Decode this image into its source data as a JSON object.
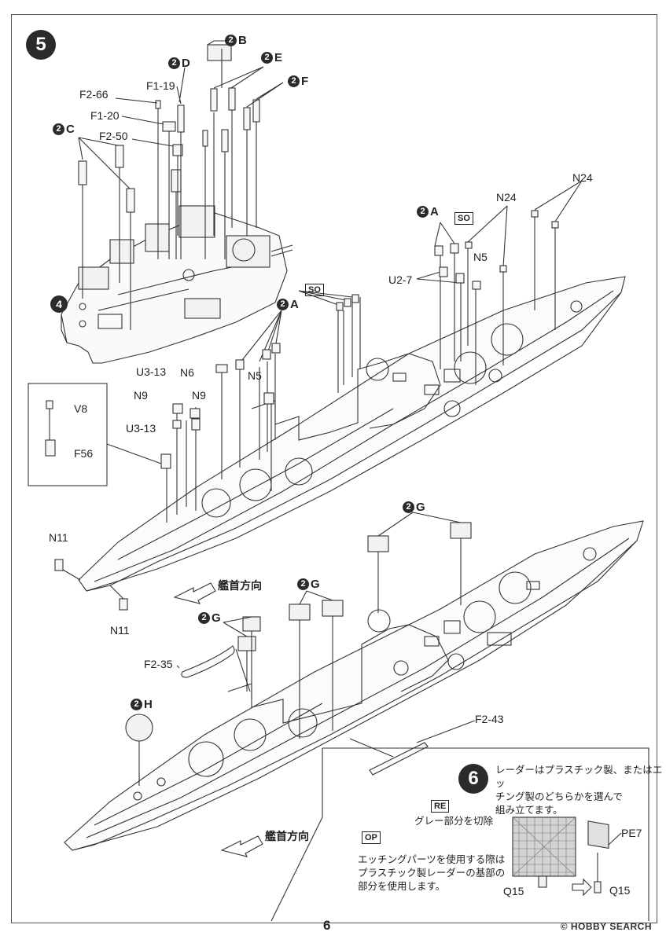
{
  "page_number": "6",
  "watermark": "© HOBBY SEARCH",
  "step5": {
    "number": "5"
  },
  "step6": {
    "number": "6",
    "intro": [
      "レーダーはプラスチック製、またはエッ",
      "チング製のどちらかを選んで",
      "組み立てます。"
    ],
    "re_tag": "RE",
    "re_note": "グレー部分を切除",
    "op_tag": "OP",
    "op_note": [
      "エッチングパーツを使用する際は",
      "プラスチック製レーダーの基部の",
      "部分を使用します。"
    ],
    "part_q15_left": "Q15",
    "part_pe7": "PE7",
    "part_q15_right": "Q15"
  },
  "subassemblies": {
    "num": "2",
    "A": "A",
    "B": "B",
    "C": "C",
    "D": "D",
    "E": "E",
    "F": "F",
    "G": "G",
    "H": "H"
  },
  "so_tag": "SO",
  "ref_step_4": "4",
  "parts": {
    "F2_66": "F2-66",
    "F1_19": "F1-19",
    "F1_20": "F1-20",
    "F2_50": "F2-50",
    "N24_a": "N24",
    "N24_b": "N24",
    "N5_a": "N5",
    "U2_7": "U2-7",
    "U3_13_a": "U3-13",
    "N6": "N6",
    "N5_b": "N5",
    "N9_a": "N9",
    "N9_b": "N9",
    "U3_13_b": "U3-13",
    "V8": "V8",
    "F56": "F56",
    "N11_a": "N11",
    "N11_b": "N11",
    "F2_35": "F2-35",
    "F2_43": "F2-43"
  },
  "bow_direction": "艦首方向"
}
